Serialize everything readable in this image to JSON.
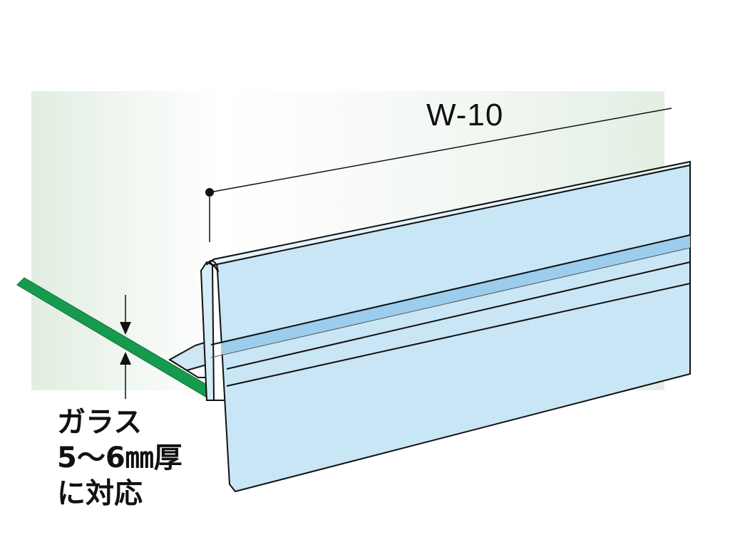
{
  "diagram": {
    "model_label": "W-10",
    "glass_note": {
      "line1": "ガラス",
      "line2": "5～6㎜厚",
      "line3": "に対応"
    },
    "colors": {
      "glass_panel": "#e3efe3",
      "glass_edge": "#169a4e",
      "rail_body": "#c9e6f6",
      "rail_stripe": "#9ccdec",
      "outline": "#111111"
    }
  }
}
